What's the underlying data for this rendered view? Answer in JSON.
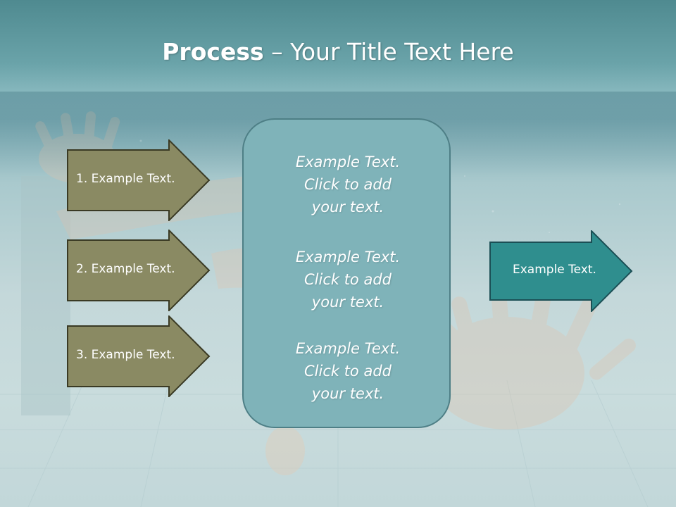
{
  "slide": {
    "title_bold": "Process",
    "title_rest": " – Your Title Text Here",
    "colors": {
      "left_arrow_fill": "#8a8a63",
      "left_arrow_border": "#3a3a24",
      "right_arrow_fill": "#2f8e8e",
      "right_arrow_border": "#1b4f55",
      "center_box_fill": "#7fb3b9",
      "center_box_border": "#4e7f86"
    },
    "left_arrows": [
      {
        "label": "1. Example Text."
      },
      {
        "label": "2. Example Text."
      },
      {
        "label": "3. Example Text."
      }
    ],
    "center_blocks": [
      {
        "line1": "Example Text.",
        "line2": "Click  to add",
        "line3": "your text."
      },
      {
        "line1": "Example Text.",
        "line2": "Click  to add",
        "line3": "your text."
      },
      {
        "line1": "Example Text.",
        "line2": "Click  to add",
        "line3": "your text."
      }
    ],
    "right_arrow": {
      "label": "Example Text."
    }
  }
}
